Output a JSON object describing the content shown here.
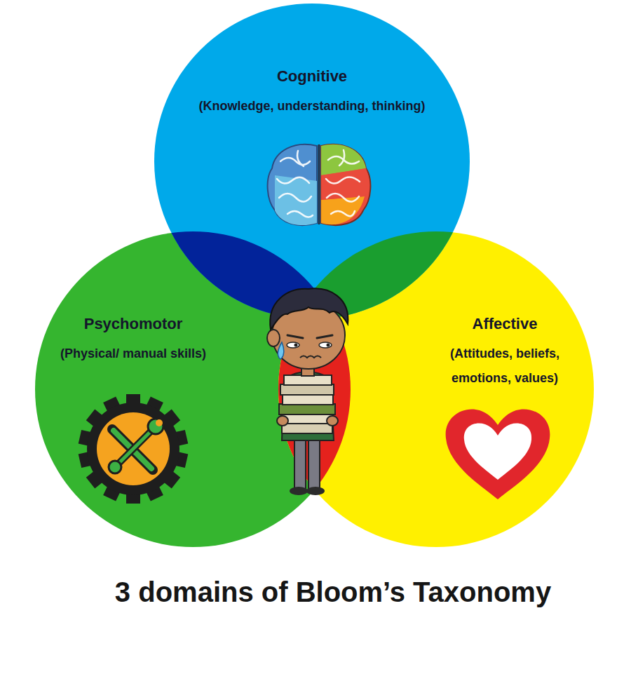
{
  "diagram": {
    "title": "3 domains of Bloom’s Taxonomy",
    "nodes": [
      {
        "text": [
          "Cognitive",
          "(Knowledge, understanding, thinking)"
        ]
      },
      {
        "text": [
          "Psychomotor",
          "(Physical/ manual skills)"
        ]
      },
      {
        "text": [
          "Affective",
          "(Attitudes, beliefs, emotions, values)"
        ]
      }
    ]
  }
}
